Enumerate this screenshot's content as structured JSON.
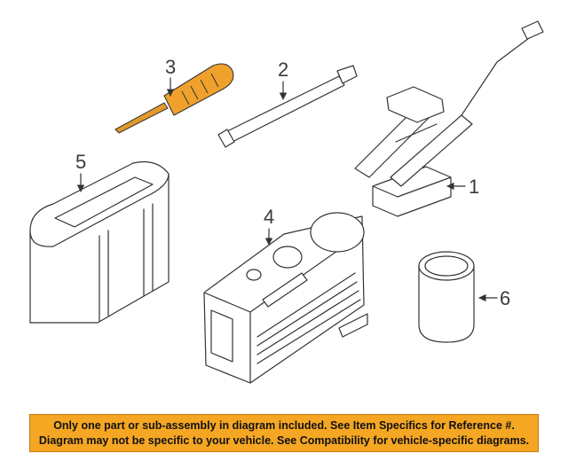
{
  "callouts": [
    {
      "number": "1",
      "part": "scissor-jack"
    },
    {
      "number": "2",
      "part": "jack-handle-rod"
    },
    {
      "number": "3",
      "part": "screwdriver"
    },
    {
      "number": "4",
      "part": "tire-inflator-compressor"
    },
    {
      "number": "5",
      "part": "storage-case"
    },
    {
      "number": "6",
      "part": "sealant-bottle"
    }
  ],
  "highlight_color": "#f0a12c",
  "banner": {
    "line1": "Only one part or sub-assembly in diagram included. See Item Specifics for Reference #.",
    "line2": "Diagram may not be specific to your vehicle. See Compatibility for vehicle-specific diagrams.",
    "background": "#f5a623"
  }
}
